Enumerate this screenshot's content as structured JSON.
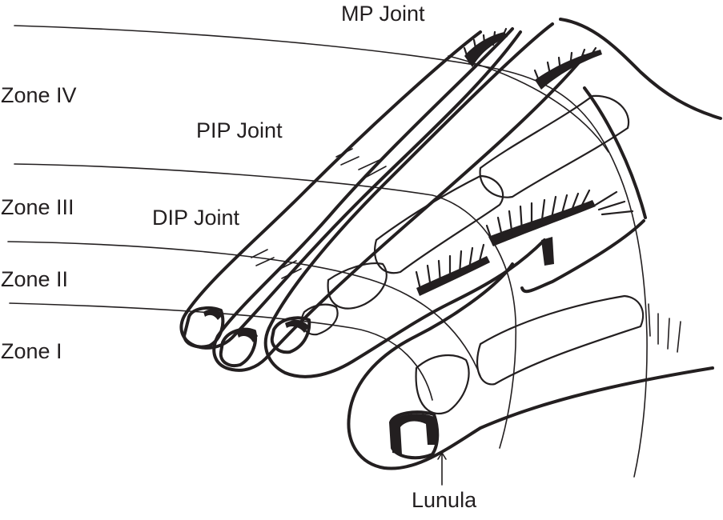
{
  "labels": {
    "mp_joint": "MP Joint",
    "pip_joint": "PIP Joint",
    "dip_joint": "DIP Joint",
    "zone_iv": "Zone IV",
    "zone_iii": "Zone III",
    "zone_ii": "Zone II",
    "zone_i": "Zone I",
    "lunula": "Lunula"
  },
  "colors": {
    "ink": "#231f20",
    "background": "#ffffff"
  }
}
